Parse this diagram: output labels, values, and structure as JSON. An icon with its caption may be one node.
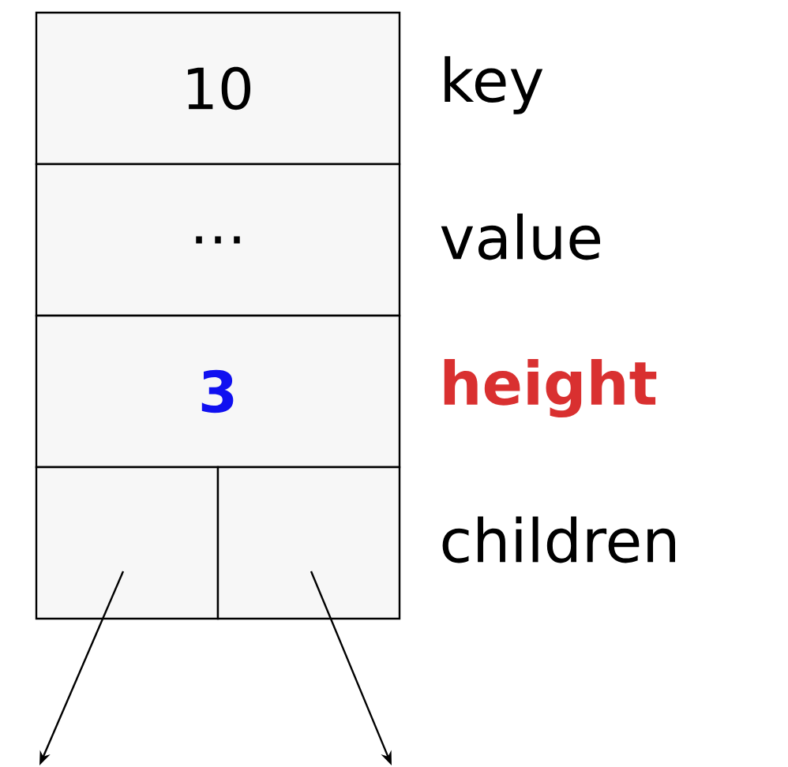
{
  "diagram": {
    "nodes": [
      {
        "text": [
          "10"
        ],
        "beside": [
          "key"
        ]
      },
      {
        "text": [
          "…"
        ],
        "beside": [
          "value"
        ]
      },
      {
        "text": [
          "3"
        ],
        "beside": [
          "height"
        ]
      },
      {
        "text": [],
        "shape": "box"
      },
      {
        "text": [],
        "shape": "box",
        "beside": [
          "children"
        ]
      }
    ],
    "edges": [
      {
        "from": 3,
        "to": null,
        "arrow": "to"
      },
      {
        "from": 4,
        "to": null,
        "arrow": "to"
      }
    ]
  }
}
